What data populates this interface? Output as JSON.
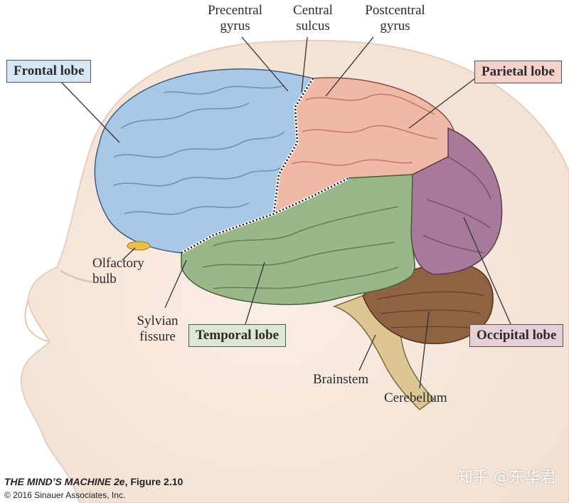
{
  "labels": {
    "precentral": [
      "Precentral",
      "gyrus"
    ],
    "central": [
      "Central",
      "sulcus"
    ],
    "postcentral": [
      "Postcentral",
      "gyrus"
    ],
    "olfactory": [
      "Olfactory",
      "bulb"
    ],
    "sylvian": [
      "Sylvian",
      "fissure"
    ],
    "brainstem": "Brainstem",
    "cerebellum": "Cerebellum"
  },
  "boxes": {
    "frontal": {
      "text": "Frontal lobe",
      "color": "#d6e6f3"
    },
    "parietal": {
      "text": "Parietal lobe",
      "color": "#f4d2cb"
    },
    "temporal": {
      "text": "Temporal lobe",
      "color": "#dce8d2"
    },
    "occipital": {
      "text": "Occipital lobe",
      "color": "#e5d0d6"
    }
  },
  "lobe_colors": {
    "frontal": "#a9c8e6",
    "parietal": "#f0b8a6",
    "temporal": "#9ab789",
    "occipital": "#a87a9a",
    "cerebellum": "#8f6242",
    "brainstem": "#dcc793",
    "skin": "#f6e7dc"
  },
  "caption": {
    "title": "THE MIND’S MACHINE 2e",
    "figure": ", Figure 2.10",
    "copyright": "© 2016 Sinauer Associates, Inc."
  },
  "watermark": "知乎 @东华君"
}
